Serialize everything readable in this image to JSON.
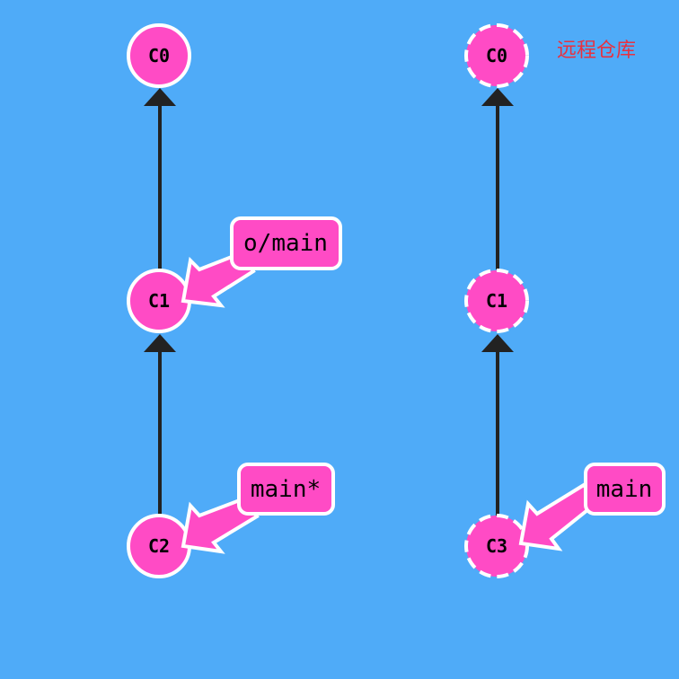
{
  "colors": {
    "background": "#4fabf8",
    "commit_fill": "#ff4bc5",
    "commit_stroke": "#ffffff",
    "edge": "#222222",
    "caption": "#e8313f"
  },
  "local": {
    "commits": [
      {
        "id": "C0",
        "label": "C0"
      },
      {
        "id": "C1",
        "label": "C1"
      },
      {
        "id": "C2",
        "label": "C2"
      }
    ],
    "branches": [
      {
        "label": "o/main",
        "target": "C1"
      },
      {
        "label": "main*",
        "target": "C2"
      }
    ]
  },
  "remote": {
    "caption": "远程仓库",
    "commits": [
      {
        "id": "C0",
        "label": "C0"
      },
      {
        "id": "C1",
        "label": "C1"
      },
      {
        "id": "C3",
        "label": "C3"
      }
    ],
    "branches": [
      {
        "label": "main",
        "target": "C3"
      }
    ]
  }
}
